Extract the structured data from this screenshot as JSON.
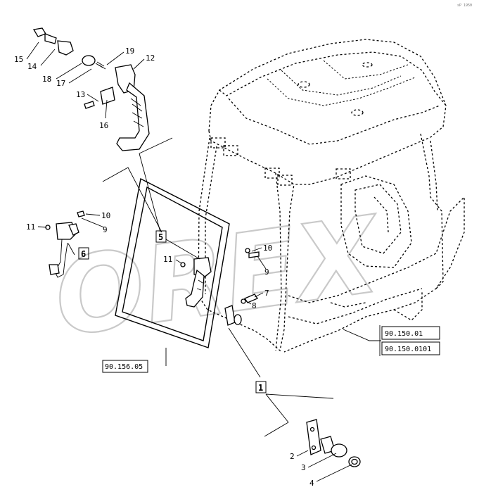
{
  "corner_code": "sP 1950",
  "watermark": "OREX",
  "callouts": {
    "c15": "15",
    "c14": "14",
    "c18": "18",
    "c17": "17",
    "c19": "19",
    "c12": "12",
    "c13": "13",
    "c16": "16",
    "c11a": "11",
    "c10a": "10",
    "c9a": "9",
    "c11b": "11",
    "c10b": "10",
    "c9b": "9",
    "c7": "7",
    "c8": "8",
    "c2": "2",
    "c3": "3",
    "c4": "4"
  },
  "boxes": {
    "b5": "5",
    "b6": "6",
    "b1": "1"
  },
  "refs": {
    "r1": "90.150.01",
    "r2": "90.150.0101",
    "r3": "90.156.05"
  }
}
